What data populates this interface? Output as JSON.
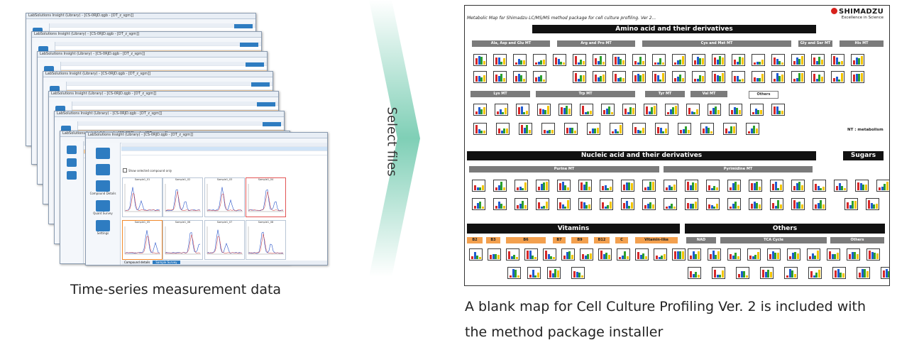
{
  "left": {
    "window_title": "LabSolutions Insight (Library) - [CS-0RJD.qgb - [DT_z_sgm]]",
    "caption": "Time-series measurement data",
    "sidebar_labels": [
      "Compound Details",
      "Quant Survey",
      "Settings"
    ],
    "chromatogram_titles": [
      "Sample1_01",
      "Sample1_02",
      "Sample1_03",
      "Sample1_04",
      "Sample1_05",
      "Sample1_06",
      "Sample1_07",
      "Sample1_08"
    ],
    "bottom_tabs": [
      "Compound details",
      "Sample Survey"
    ],
    "checkbox_label": "Show selected compound only"
  },
  "arrow": {
    "label": "Select files"
  },
  "map": {
    "title": "Metabolic Map for Shimadzu LC/MS/MS method package for cell culture profiling. Ver 2...",
    "logo_text": "SHIMADZU",
    "logo_tagline": "Excellence in Science",
    "sections": {
      "amino": "Amino acid and their derivatives",
      "nucleic": "Nucleic acid and their derivatives",
      "sugars": "Sugars",
      "vitamins": "Vitamins",
      "others": "Others"
    },
    "amino_groups": [
      "Ala, Asp and Glu MT",
      "Arg and Pro MT",
      "Cys and Met MT",
      "Gly and Ser MT",
      "His MT",
      "Lys MT",
      "Trp MT",
      "Tyr MT",
      "Val MT",
      "Others"
    ],
    "nucleic_groups": [
      "Purine MT",
      "Pyrimidine MT"
    ],
    "vitamin_groups": [
      "B2",
      "B3",
      "B6",
      "B7",
      "B9",
      "B12",
      "C",
      "Vitamin-like"
    ],
    "other_groups": [
      "NAD",
      "TCA Cycle",
      "Others"
    ],
    "legend_note": "NT : metabolism",
    "colors": {
      "bar_red": "#d62728",
      "bar_blue": "#1f5bd1",
      "bar_green": "#2ca02c",
      "bar_yellow": "#f2c500"
    }
  },
  "right_caption": {
    "line1": "A blank map for Cell Culture Profiling Ver. 2 is included with",
    "line2": "the method package installer"
  }
}
